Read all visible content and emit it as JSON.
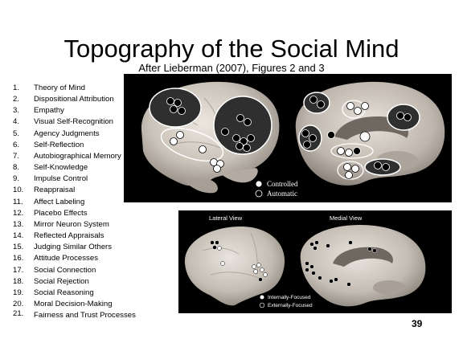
{
  "slide": {
    "title": "Topography of the Social Mind",
    "subtitle": "After Lieberman (2007), Figures 2 and 3",
    "page_number": "39"
  },
  "list": [
    {
      "num": "1.",
      "text": "Theory of Mind"
    },
    {
      "num": "2.",
      "text": "Dispositional Attribution"
    },
    {
      "num": "3.",
      "text": "Empathy"
    },
    {
      "num": "4.",
      "text": "Visual Self-Recognition"
    },
    {
      "num": "5.",
      "text": "Agency Judgments"
    },
    {
      "num": "6.",
      "text": "Self-Reflection"
    },
    {
      "num": "7.",
      "text": "Autobiographical Memory"
    },
    {
      "num": "8.",
      "text": "Self-Knowledge"
    },
    {
      "num": "9.",
      "text": "Impulse Control"
    },
    {
      "num": "10.",
      "text": "Reappraisal"
    },
    {
      "num": "11.",
      "text": "Affect Labeling"
    },
    {
      "num": "12.",
      "text": "Placebo Effects"
    },
    {
      "num": "13.",
      "text": "Mirror Neuron System"
    },
    {
      "num": "14.",
      "text": "Reflected Appraisals"
    },
    {
      "num": "15.",
      "text": "Judging Similar Others"
    },
    {
      "num": "16.",
      "text": "Attitude Processes"
    },
    {
      "num": "17.",
      "text": "Social Connection"
    },
    {
      "num": "18.",
      "text": "Social Rejection"
    },
    {
      "num": "19.",
      "text": "Social Reasoning"
    },
    {
      "num": "20.",
      "text": "Moral Decision-Making"
    },
    {
      "num": "21.",
      "text": "Fairness and Trust Processes"
    }
  ],
  "figure_top": {
    "legend_controlled": "Controlled",
    "legend_automatic": "Automatic"
  },
  "figure_bottom": {
    "lateral_label": "Lateral View",
    "medial_label": "Medial View",
    "legend_internal": "Internally-Focused",
    "legend_external": "Externally-Focused"
  },
  "colors": {
    "background": "#ffffff",
    "panel": "#000000",
    "brain_light": "#d6d0c8",
    "brain_mid": "#9d958c",
    "region_dark": "#2e2e2e"
  },
  "icons": [
    "brain-lateral-illustration",
    "brain-medial-illustration",
    "region-marker-open",
    "region-marker-filled"
  ]
}
